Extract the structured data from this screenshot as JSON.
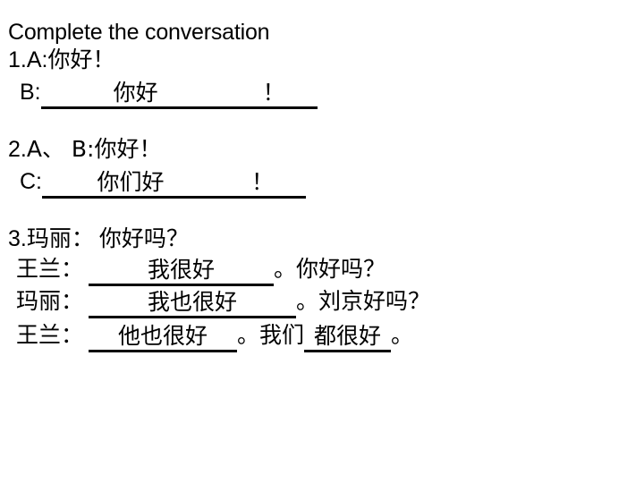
{
  "slide": {
    "background_color": "#ffffff",
    "text_color": "#000000",
    "title": "Complete the conversation",
    "items": [
      {
        "number": "1.",
        "prompt_speaker": "A:",
        "prompt_text": "你好！",
        "answer_speaker": "B:",
        "answer_filled": "你好",
        "answer_tail": "！"
      },
      {
        "number": "2.",
        "prompt_speaker": "A、 B:",
        "prompt_text": "你好！",
        "answer_speaker": "C:",
        "answer_filled": "你们好",
        "answer_tail": "！"
      },
      {
        "number": "3.",
        "prompt_speaker": "玛丽：",
        "prompt_text": "你好吗？",
        "dialog": [
          {
            "speaker": "王兰：",
            "blank_1": "我很好",
            "after_1": "。",
            "rest": "你好吗？"
          },
          {
            "speaker": "玛丽：",
            "blank_1": "我也很好",
            "after_1": "。",
            "rest": "刘京好吗？"
          },
          {
            "speaker": "王兰：",
            "blank_1": "他也很好",
            "after_1": "。",
            "mid": "我们",
            "blank_2": "都很好",
            "after_2": "。"
          }
        ]
      }
    ]
  }
}
